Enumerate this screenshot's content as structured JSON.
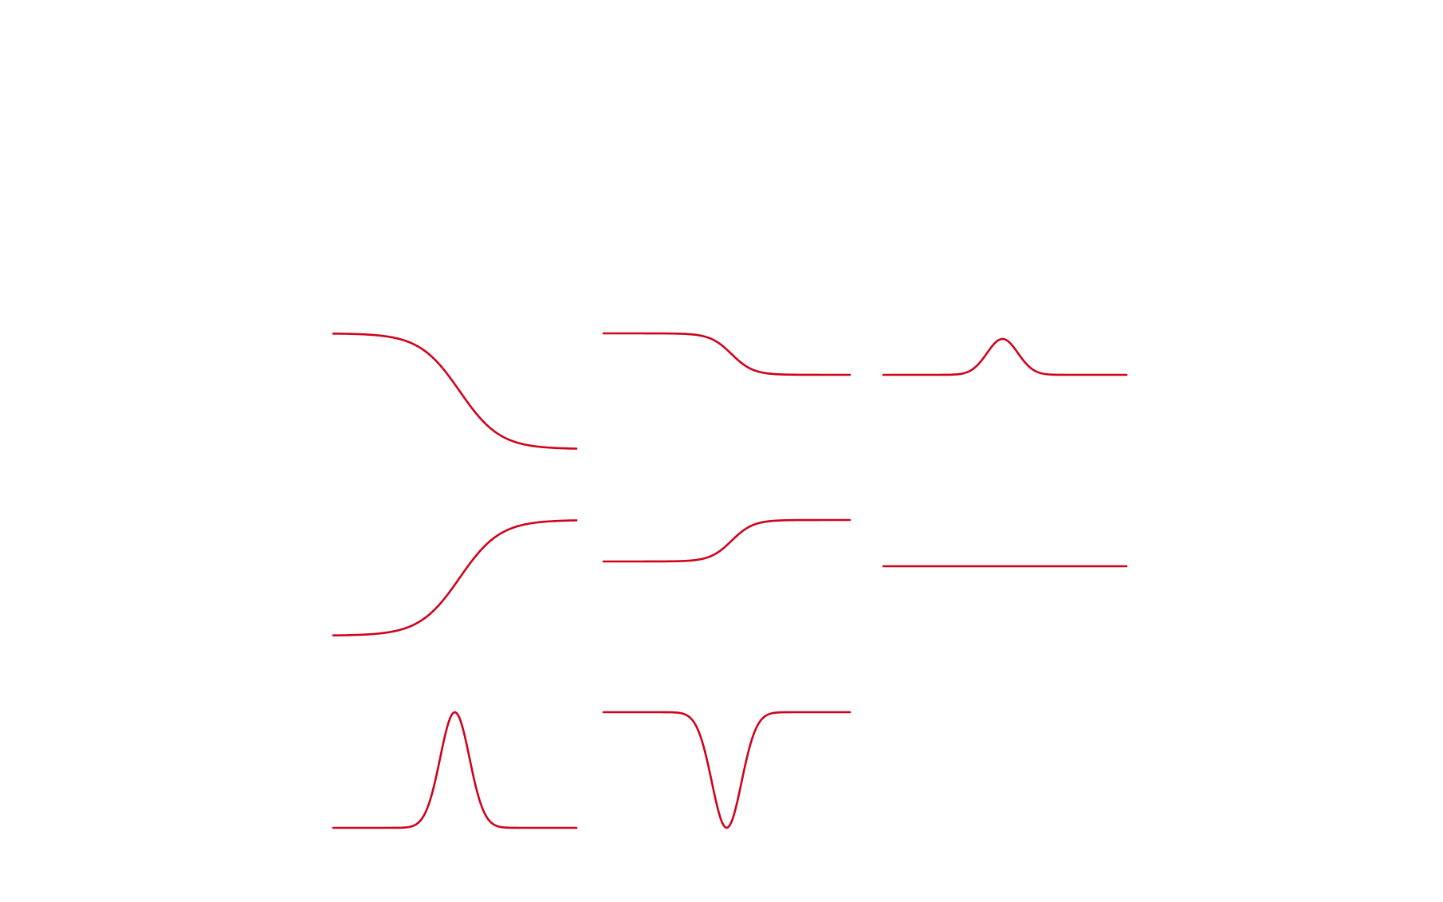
{
  "colors": {
    "background": "#ffffff",
    "curve": "#d0021b"
  },
  "grid": {
    "rows": 3,
    "columns": 3
  },
  "panels": [
    {
      "id": "row1-col1",
      "row": 0,
      "col": 0,
      "shape": "step-down",
      "sharpness": 1.0,
      "present": true
    },
    {
      "id": "row1-col2",
      "row": 0,
      "col": 1,
      "shape": "step-down",
      "sharpness": 1.9,
      "present": true
    },
    {
      "id": "row1-col3",
      "row": 0,
      "col": 2,
      "shape": "small-bump",
      "sharpness": 1.0,
      "present": true
    },
    {
      "id": "row2-col1",
      "row": 1,
      "col": 0,
      "shape": "step-up",
      "sharpness": 1.0,
      "present": true
    },
    {
      "id": "row2-col2",
      "row": 1,
      "col": 1,
      "shape": "step-up",
      "sharpness": 1.9,
      "present": true
    },
    {
      "id": "row2-col3",
      "row": 1,
      "col": 2,
      "shape": "flat",
      "sharpness": 1.0,
      "present": true
    },
    {
      "id": "row3-col1",
      "row": 2,
      "col": 0,
      "shape": "peak",
      "sharpness": 1.0,
      "present": true
    },
    {
      "id": "row3-col2",
      "row": 2,
      "col": 1,
      "shape": "dip",
      "sharpness": 1.0,
      "present": true
    },
    {
      "id": "row3-col3",
      "row": 2,
      "col": 2,
      "shape": "empty",
      "sharpness": 1.0,
      "present": false
    }
  ]
}
